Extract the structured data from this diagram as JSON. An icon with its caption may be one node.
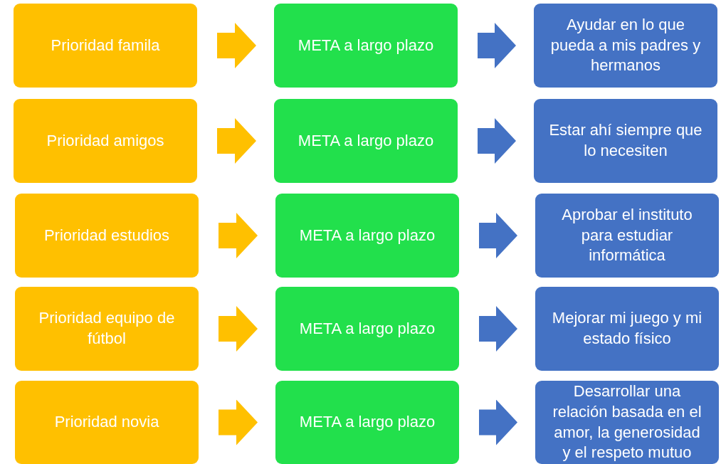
{
  "diagram": {
    "nodes": [
      {
        "text": [
          "Prioridad famila"
        ]
      },
      {
        "text": [
          "META a largo plazo"
        ]
      },
      {
        "text": [
          "Ayudar en lo que pueda a mis padres y hermanos"
        ]
      },
      {
        "text": [
          "Prioridad amigos"
        ]
      },
      {
        "text": [
          "META a largo plazo"
        ]
      },
      {
        "text": [
          "Estar ahí siempre que lo necesiten"
        ]
      },
      {
        "text": [
          "Prioridad estudios"
        ]
      },
      {
        "text": [
          "META a largo plazo"
        ]
      },
      {
        "text": [
          "Aprobar el instituto para estudiar informática"
        ]
      },
      {
        "text": [
          "Prioridad equipo de fútbol"
        ]
      },
      {
        "text": [
          "META a largo plazo"
        ]
      },
      {
        "text": [
          "Mejorar mi juego y mi estado físico"
        ]
      },
      {
        "text": [
          "Prioridad novia"
        ]
      },
      {
        "text": [
          "META a largo plazo"
        ]
      },
      {
        "text": [
          "Desarrollar una relación basada en el amor, la generosidad y el respeto mutuo"
        ]
      }
    ],
    "edges": [
      {
        "from": 0,
        "to": 1,
        "arrow": "to",
        "color": "#ffc000"
      },
      {
        "from": 1,
        "to": 2,
        "arrow": "to",
        "color": "#4472c4"
      },
      {
        "from": 3,
        "to": 4,
        "arrow": "to",
        "color": "#ffc000"
      },
      {
        "from": 4,
        "to": 5,
        "arrow": "to",
        "color": "#4472c4"
      },
      {
        "from": 6,
        "to": 7,
        "arrow": "to",
        "color": "#ffc000"
      },
      {
        "from": 7,
        "to": 8,
        "arrow": "to",
        "color": "#4472c4"
      },
      {
        "from": 9,
        "to": 10,
        "arrow": "to",
        "color": "#ffc000"
      },
      {
        "from": 10,
        "to": 11,
        "arrow": "to",
        "color": "#4472c4"
      },
      {
        "from": 12,
        "to": 13,
        "arrow": "to",
        "color": "#ffc000"
      },
      {
        "from": 13,
        "to": 14,
        "arrow": "to",
        "color": "#4472c4"
      }
    ]
  }
}
